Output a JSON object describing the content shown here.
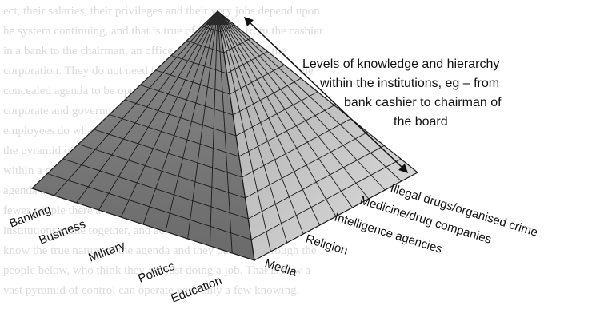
{
  "background_text": [
    "ect, their salaries, their privileges and their very jobs depend upon",
    "he system continuing, and that is true of everyone from the cashier",
    "in a bank to the chairman, an office clerk to the head of the",
    "corporation. They do not need to know about, or take part in, the",
    "concealed agenda to be operating for it. If the agenda is",
    "corporate and government, at the top of the pyramid, but if",
    "employees do what they are told to do, the pyramid works. It",
    "the pyramid of the establishment, each institution is a pyramid",
    "within a pyramid. Most people at each level know nothing of the",
    "agenda above them. The higher you go, the more you know and the",
    "fewer people there are. At the very top, those who control the",
    "institutions come together, and across all the institutions they",
    "know the true nature of the agenda and they pursue it through the",
    "people below, who think they are just doing a job. That is how a",
    "vast pyramid of control can operate with only a few knowing."
  ],
  "annotation": {
    "lines": [
      "Levels of knowledge and hierarchy",
      "within the institutions, eg – from",
      "bank cashier to chairman of",
      "the board"
    ]
  },
  "left_face_labels": [
    "Banking",
    "Business",
    "Military",
    "Politics",
    "Education"
  ],
  "right_face_labels": [
    "Illegal drugs/organised crime",
    "Medicine/drug companies",
    "Intelligence agencies",
    "Religion",
    "Media"
  ],
  "colors": {
    "left_face_top": "#8a8a8a",
    "left_face_bottom": "#6a6a6a",
    "right_face_top": "#a8a8a8",
    "right_face_bottom": "#dedede",
    "grid_line": "#1a1a1a",
    "background_text": "#dcdcdc",
    "apex": "#2a2a2a"
  }
}
